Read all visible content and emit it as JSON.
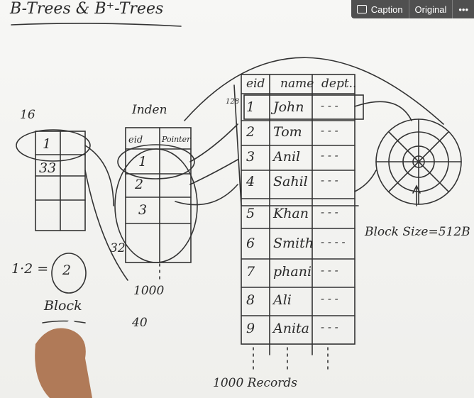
{
  "video": {
    "title": "B-Trees & B⁺-Trees",
    "controls": {
      "caption": "Caption",
      "original": "Original",
      "more": "•••"
    }
  },
  "board": {
    "left_block": {
      "label": "16",
      "cells": [
        "1",
        "33"
      ],
      "bottom": "32"
    },
    "calc": {
      "expr": "1·2 =",
      "result": "2",
      "word": "Block"
    },
    "index": {
      "label": "Inden",
      "headers": [
        "eid",
        "Pointer"
      ],
      "rows": [
        "1",
        "2",
        "3"
      ],
      "count": "1000",
      "blocks": "40"
    },
    "records": {
      "marker": "128",
      "headers": [
        "eid",
        "name",
        "dept.."
      ],
      "rows": [
        {
          "eid": "1",
          "name": "John",
          "dept": "- - -"
        },
        {
          "eid": "2",
          "name": "Tom",
          "dept": "- - -"
        },
        {
          "eid": "3",
          "name": "Anil",
          "dept": "- - -"
        },
        {
          "eid": "4",
          "name": "Sahil",
          "dept": "- - -"
        },
        {
          "eid": "5",
          "name": "Khan",
          "dept": "- - -"
        },
        {
          "eid": "6",
          "name": "Smith",
          "dept": "- - - -"
        },
        {
          "eid": "7",
          "name": "phani",
          "dept": "- - -"
        },
        {
          "eid": "8",
          "name": "Ali",
          "dept": "- - -"
        },
        {
          "eid": "9",
          "name": "Anita",
          "dept": "- - -"
        }
      ],
      "footer": "1000 Records"
    },
    "disk": {
      "label": "Block Size=512B"
    }
  }
}
